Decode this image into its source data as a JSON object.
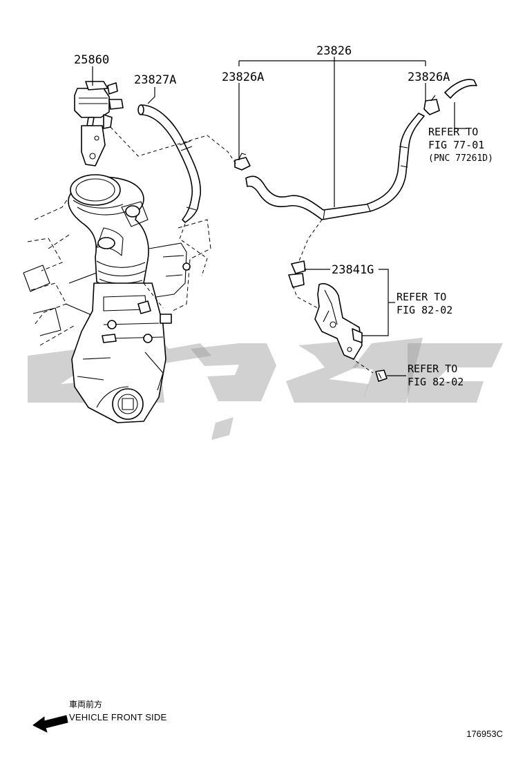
{
  "diagram": {
    "part_numbers": {
      "p25860": "25860",
      "p23827A": "23827A",
      "p23826": "23826",
      "p23826A_left": "23826A",
      "p23826A_right": "23826A",
      "p23841G": "23841G"
    },
    "references": [
      {
        "line1": "REFER TO",
        "line2": "FIG 77-01",
        "line3": "(PNC 77261D)"
      },
      {
        "line1": "REFER TO",
        "line2": "FIG 82-02"
      },
      {
        "line1": "REFER TO",
        "line2": "FIG 82-02"
      }
    ],
    "front_indicator": {
      "japanese": "車両前方",
      "english": "VEHICLE FRONT SIDE",
      "arrow": "left-arrow-icon"
    },
    "illustration_code": "176953C",
    "watermark_color": "#9a9a9a"
  }
}
